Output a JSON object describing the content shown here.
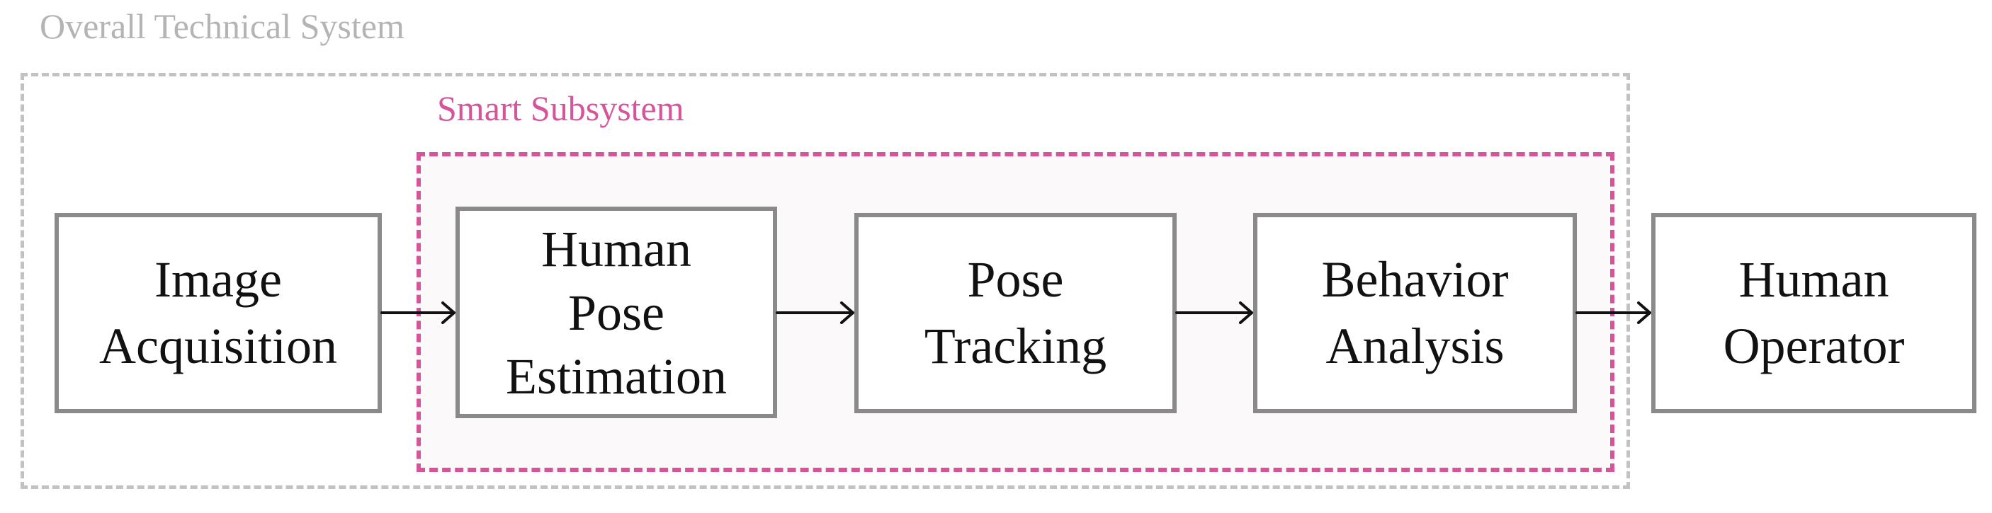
{
  "groups": {
    "overall": {
      "label": "Overall Technical System",
      "color": "#b4b4b4"
    },
    "smart": {
      "label": "Smart Subsystem",
      "color": "#d6559a"
    }
  },
  "blocks": [
    {
      "id": "image-acquisition",
      "lines": [
        "Image",
        "Acquisition"
      ]
    },
    {
      "id": "human-pose-estimation",
      "lines": [
        "Human",
        "Pose",
        "Estimation"
      ]
    },
    {
      "id": "pose-tracking",
      "lines": [
        "Pose",
        "Tracking"
      ]
    },
    {
      "id": "behavior-analysis",
      "lines": [
        "Behavior",
        "Analysis"
      ]
    },
    {
      "id": "human-operator",
      "lines": [
        "Human",
        "Operator"
      ]
    }
  ],
  "connections": [
    {
      "from": "image-acquisition",
      "to": "human-pose-estimation"
    },
    {
      "from": "human-pose-estimation",
      "to": "pose-tracking"
    },
    {
      "from": "pose-tracking",
      "to": "behavior-analysis"
    },
    {
      "from": "behavior-analysis",
      "to": "human-operator"
    }
  ],
  "colors": {
    "block_border": "#8a8a8a",
    "arrow": "#111111",
    "smart_fill": "#fcf9fb"
  }
}
